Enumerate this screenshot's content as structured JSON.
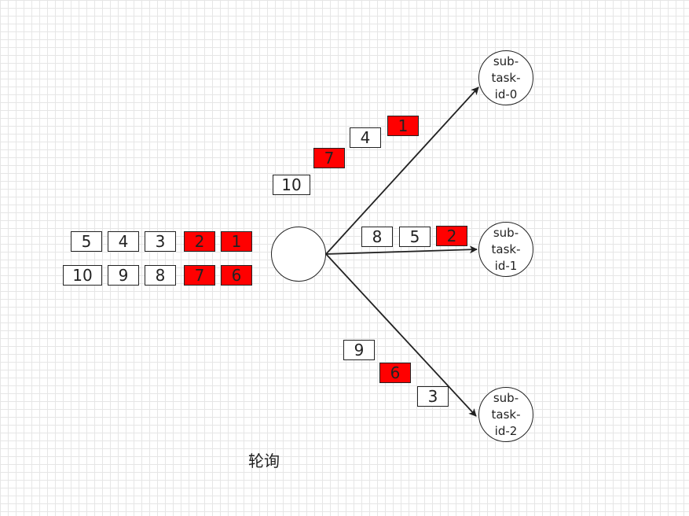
{
  "colors": {
    "highlight": "#ff0000",
    "stroke": "#222222",
    "grid": "#e6e6e6"
  },
  "source": {
    "queue_top": [
      "5",
      "4",
      "3",
      "2",
      "1"
    ],
    "queue_bottom": [
      "10",
      "9",
      "8",
      "7",
      "6"
    ],
    "highlighted": [
      "2",
      "1",
      "7",
      "6"
    ]
  },
  "subtasks": [
    {
      "label": [
        "sub-",
        "task-",
        "id-0"
      ],
      "items": [
        "10",
        "7",
        "4",
        "1"
      ],
      "highlighted": [
        "7",
        "1"
      ]
    },
    {
      "label": [
        "sub-",
        "task-",
        "id-1"
      ],
      "items": [
        "8",
        "5",
        "2"
      ],
      "highlighted": [
        "2"
      ]
    },
    {
      "label": [
        "sub-",
        "task-",
        "id-2"
      ],
      "items": [
        "9",
        "6",
        "3"
      ],
      "highlighted": [
        "6"
      ]
    }
  ],
  "caption": "轮询"
}
